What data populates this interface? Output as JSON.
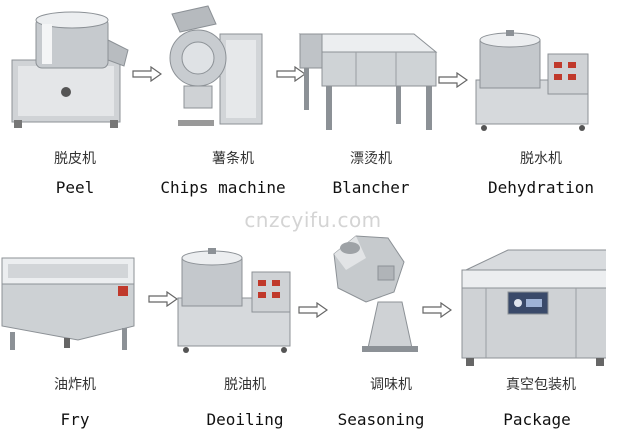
{
  "watermark": "cnzcyifu.com",
  "colors": {
    "steel_light": "#e4e6e8",
    "steel_mid": "#c2c6ca",
    "steel_dark": "#8c9196",
    "arrow": "#666666",
    "panel_red": "#c0392b"
  },
  "row1": [
    {
      "cn": "脱皮机",
      "en": "Peel",
      "icon": "peeler-machine-icon"
    },
    {
      "cn": "薯条机",
      "en": "Chips machine",
      "icon": "chips-cutter-machine-icon"
    },
    {
      "cn": "漂烫机",
      "en": "Blancher",
      "icon": "blancher-machine-icon"
    },
    {
      "cn": "脱水机",
      "en": "Dehydration",
      "icon": "dehydrator-machine-icon"
    }
  ],
  "row2": [
    {
      "cn": "油炸机",
      "en": "Fry",
      "icon": "fryer-machine-icon"
    },
    {
      "cn": "脱油机",
      "en": "Deoiling",
      "icon": "deoiler-machine-icon"
    },
    {
      "cn": "调味机",
      "en": "Seasoning",
      "icon": "seasoning-machine-icon"
    },
    {
      "cn": "真空包装机",
      "en": "Package",
      "icon": "vacuum-packer-machine-icon"
    }
  ]
}
